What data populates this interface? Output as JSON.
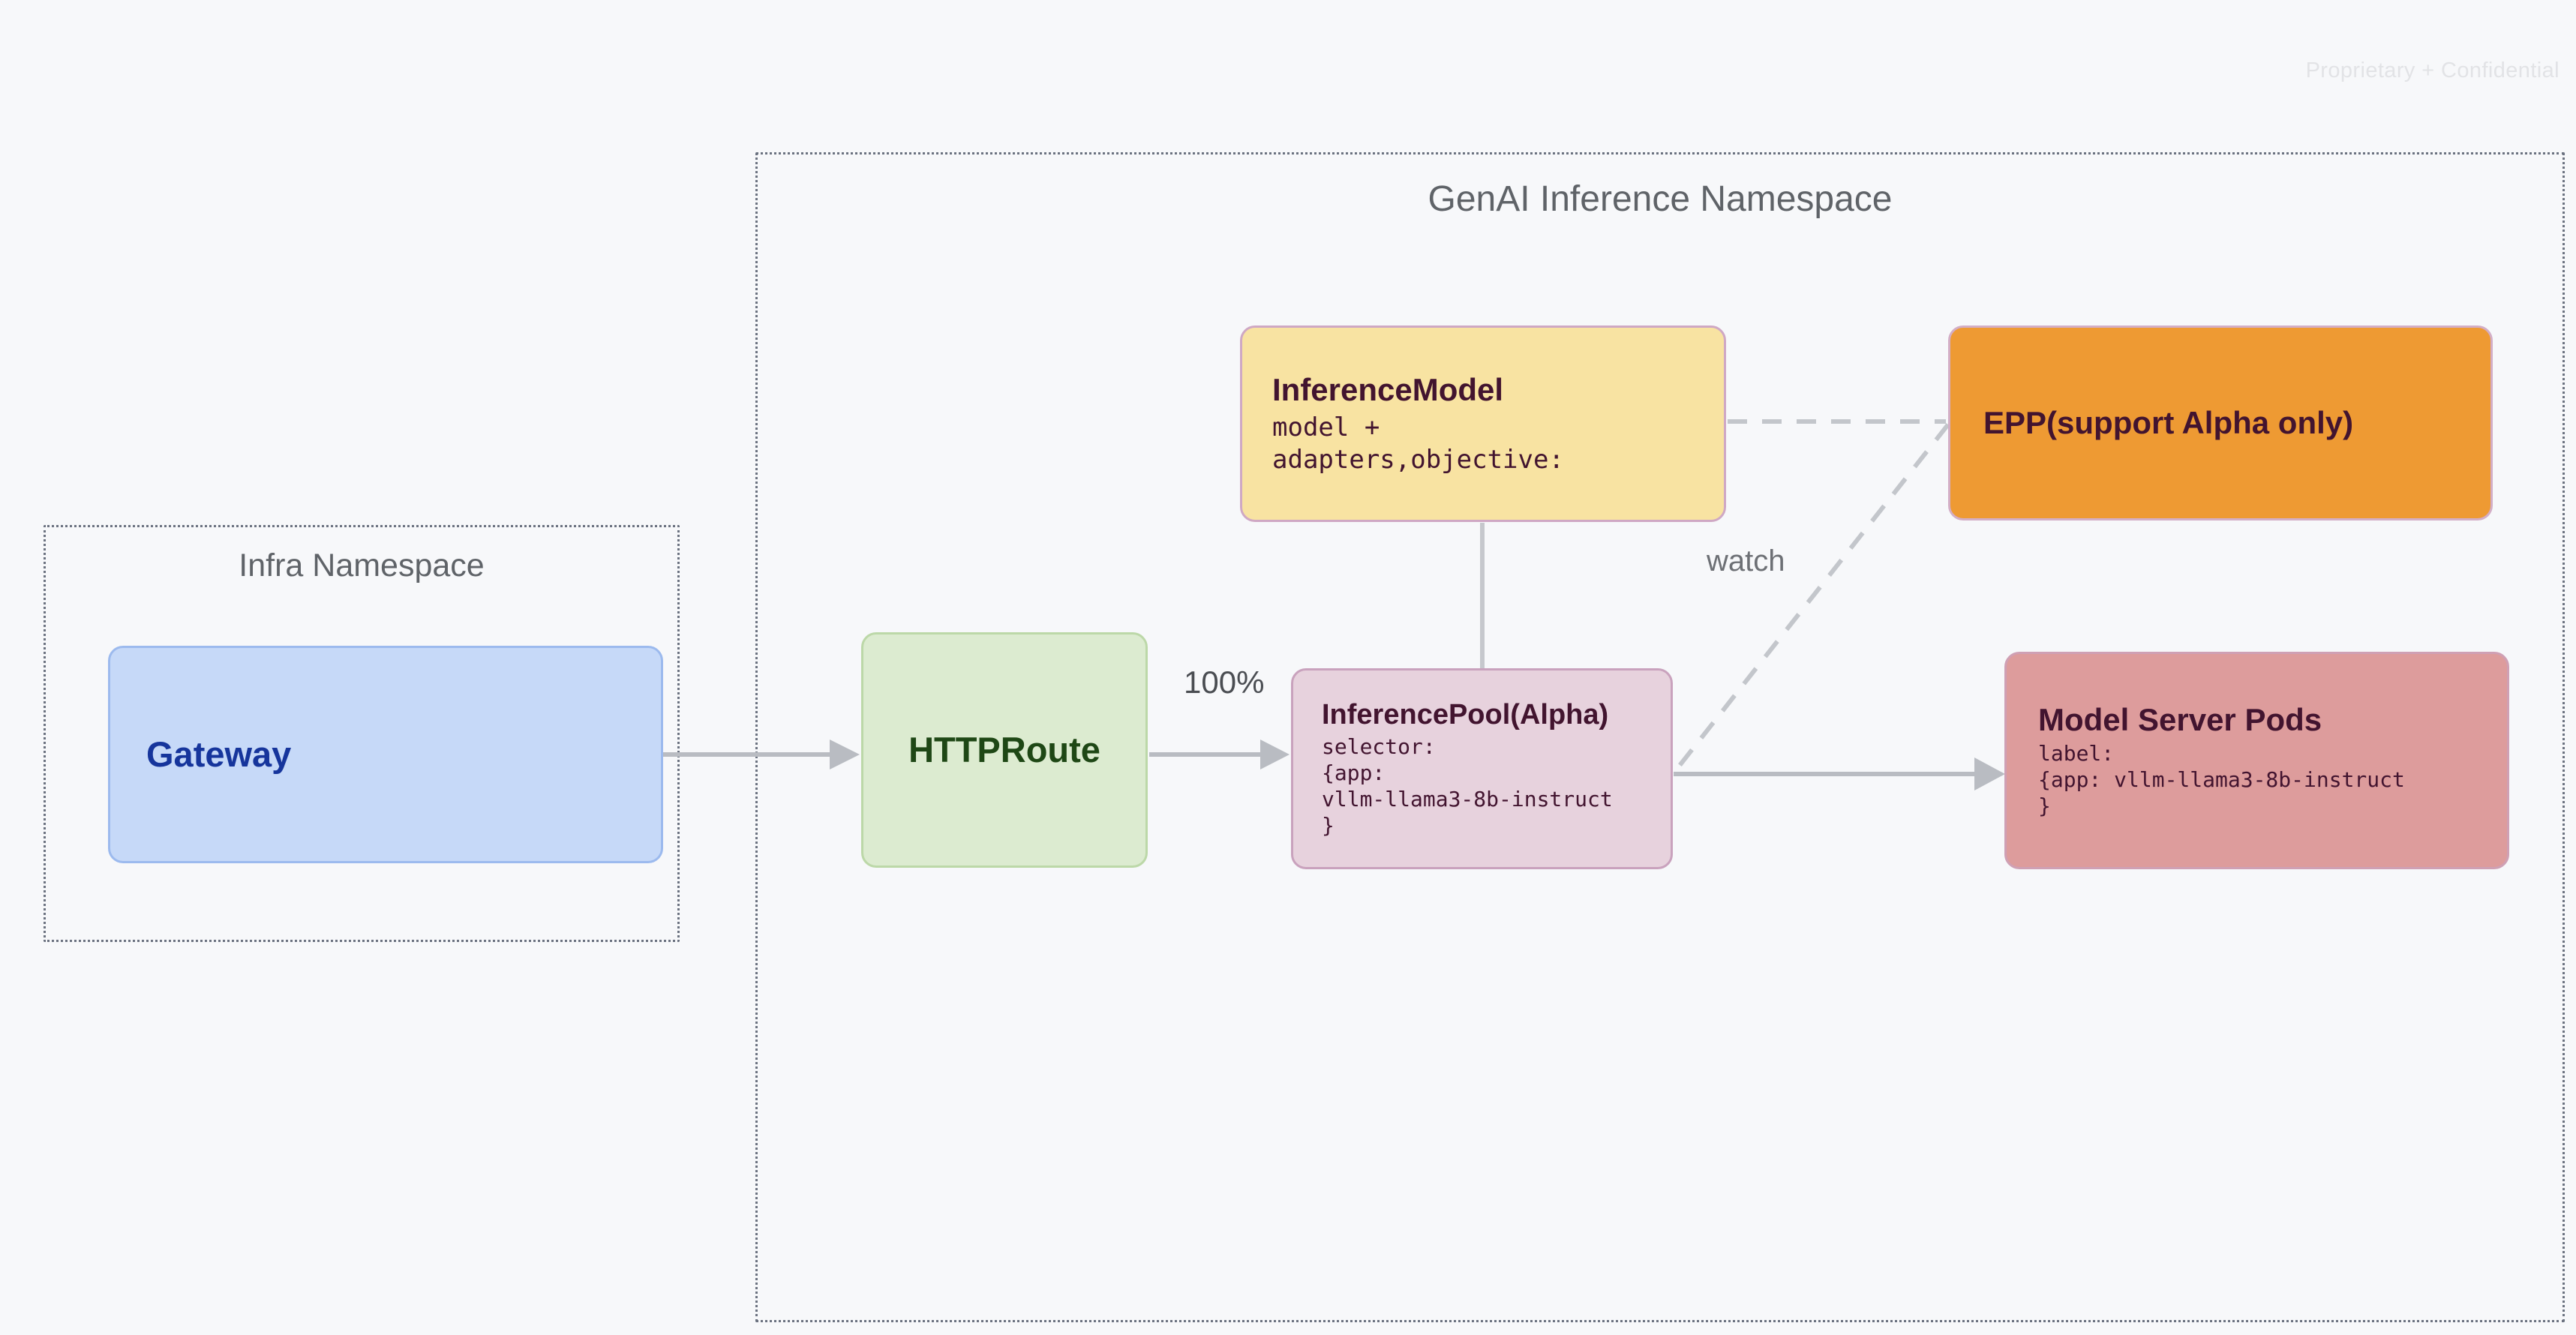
{
  "page": {
    "watermark": "Proprietary + Confidential"
  },
  "namespaces": [
    {
      "id": "infra",
      "title": "Infra Namespace"
    },
    {
      "id": "genai",
      "title": "GenAI Inference Namespace"
    }
  ],
  "nodes": {
    "gateway": {
      "title": "Gateway"
    },
    "httproute": {
      "title": "HTTPRoute"
    },
    "inference_model": {
      "title": "InferenceModel",
      "body": "model +\nadapters,objective:"
    },
    "epp": {
      "title": "EPP(support Alpha only)"
    },
    "inference_pool": {
      "title": "InferencePool(Alpha)",
      "body": "selector:\n{app:\nvllm-llama3-8b-instruct\n}"
    },
    "model_server_pods": {
      "title": "Model Server Pods",
      "body": "label:\n{app: vllm-llama3-8b-instruct\n}"
    }
  },
  "edges": {
    "traffic_split_label": "100%",
    "watch_label": "watch"
  },
  "colors": {
    "background": "#f7f8fa",
    "gateway_fill": "#c6d9f8",
    "gateway_text": "#16359c",
    "httproute_fill": "#dcebd0",
    "httproute_text": "#1e4715",
    "inference_model_fill": "#f8e3a2",
    "epp_fill": "#ee9a33",
    "inference_pool_fill": "#e7d2dd",
    "model_server_pods_fill": "#dd9c9c",
    "node_text_dark": "#42142f",
    "connector": "#b9bcc2",
    "namespace_border": "#6b7280",
    "namespace_title": "#5f6368"
  }
}
